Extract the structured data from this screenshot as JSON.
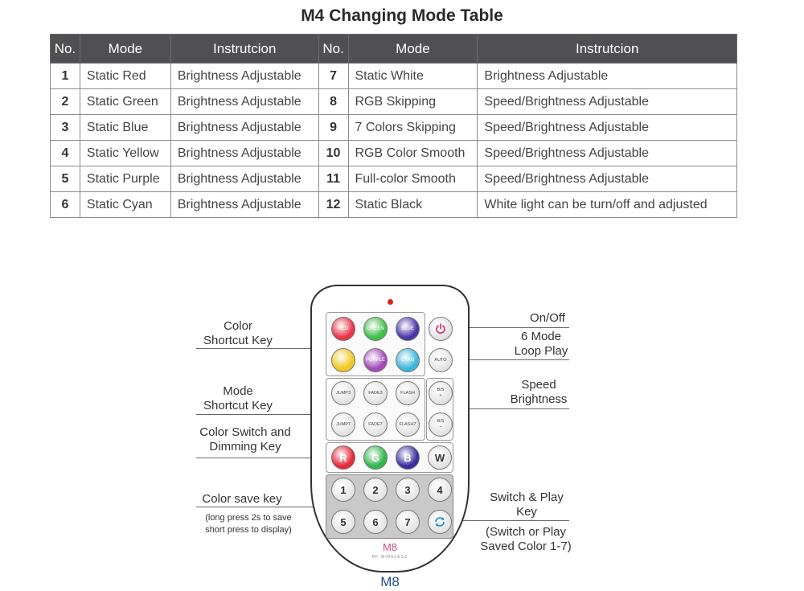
{
  "title": "M4 Changing Mode Table",
  "table": {
    "headers": [
      "No.",
      "Mode",
      "Instrutcion",
      "No.",
      "Mode",
      "Instrutcion"
    ],
    "rows": [
      [
        "1",
        "Static Red",
        "Brightness Adjustable",
        "7",
        "Static White",
        "Brightness Adjustable"
      ],
      [
        "2",
        "Static Green",
        "Brightness Adjustable",
        "8",
        "RGB Skipping",
        "Speed/Brightness Adjustable"
      ],
      [
        "3",
        "Static Blue",
        "Brightness Adjustable",
        "9",
        "7 Colors Skipping",
        "Speed/Brightness Adjustable"
      ],
      [
        "4",
        "Static Yellow",
        "Brightness Adjustable",
        "10",
        "RGB Color Smooth",
        "Speed/Brightness Adjustable"
      ],
      [
        "5",
        "Static Purple",
        "Brightness Adjustable",
        "11",
        "Full-color Smooth",
        "Speed/Brightness Adjustable"
      ],
      [
        "6",
        "Static Cyan",
        "Brightness Adjustable",
        "12",
        "Static Black",
        "White light can be turn/off and adjusted"
      ]
    ]
  },
  "labels": {
    "color_shortcut": "Color\nShortcut Key",
    "mode_shortcut": "Mode\nShortcut Key",
    "color_switch": "Color Switch and\nDimming Key",
    "color_save": "Color save key",
    "color_save_note": "(long press 2s to save\nshort press to display)",
    "onoff": "On/Off",
    "mode_loop": "6 Mode\nLoop Play",
    "speed": "Speed\nBrightness",
    "switch_play": "Switch & Play\nKey",
    "switch_play_note": "(Switch or Play\nSaved Color 1-7)"
  },
  "remote": {
    "color_keys": [
      {
        "label": "RED",
        "color": "#e8344a"
      },
      {
        "label": "GREEN",
        "color": "#3fbf4a"
      },
      {
        "label": "BLUE",
        "color": "#4b36a8"
      },
      {
        "label": "",
        "color": "#f2c81e"
      },
      {
        "label": "PURPLE",
        "color": "#a24ab8"
      },
      {
        "label": "CYAN",
        "color": "#3ab8dc"
      }
    ],
    "power_color": "#d83a7a",
    "auto": "AUTO",
    "mode_keys": [
      "JUMP3",
      "FADE3",
      "FLASH",
      "JUMP7",
      "FADE7",
      "FLASH7"
    ],
    "bs_plus": "B/S\n+",
    "bs_minus": "B/S\n−",
    "rgbw": [
      {
        "label": "R",
        "color": "#e52a3a"
      },
      {
        "label": "G",
        "color": "#32b84a"
      },
      {
        "label": "B",
        "color": "#3a2fa0"
      },
      {
        "label": "W",
        "color": "#ffffff"
      }
    ],
    "numbers": [
      "1",
      "2",
      "3",
      "4",
      "5",
      "6",
      "7"
    ],
    "model": "M8",
    "model_sub": "RF WIRELESS"
  },
  "caption": "M8"
}
